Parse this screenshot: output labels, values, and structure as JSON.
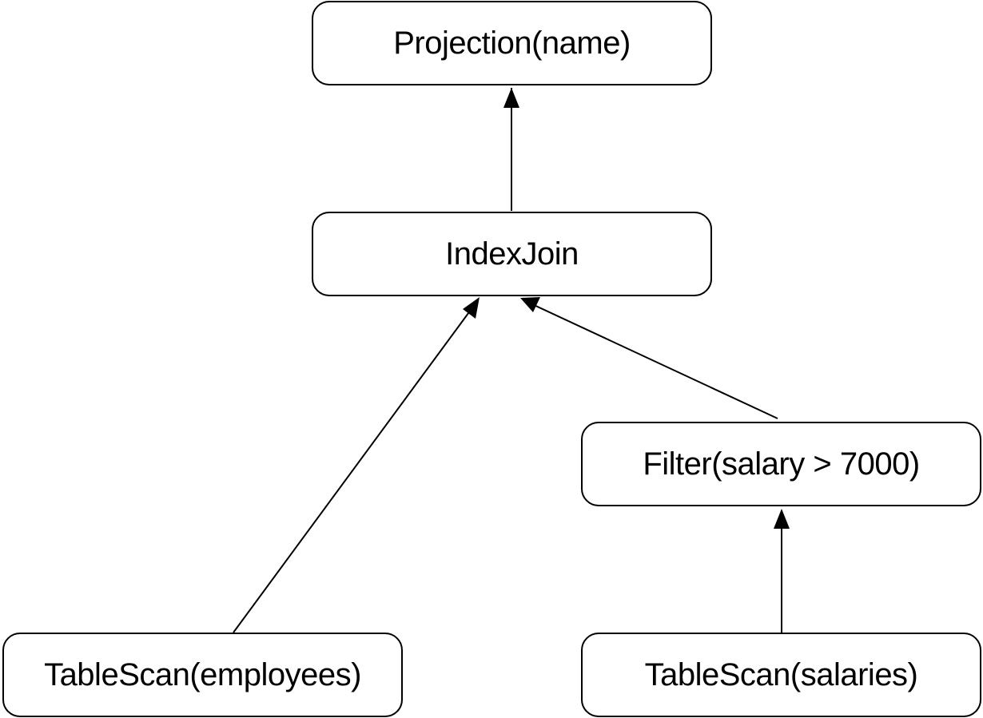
{
  "diagram": {
    "nodes": {
      "projection": {
        "label": "Projection(name)"
      },
      "index_join": {
        "label": "IndexJoin"
      },
      "filter": {
        "label": "Filter(salary > 7000)"
      },
      "scan_employees": {
        "label": "TableScan(employees)"
      },
      "scan_salaries": {
        "label": "TableScan(salaries)"
      }
    },
    "edges": [
      {
        "from": "index_join",
        "to": "projection"
      },
      {
        "from": "scan_employees",
        "to": "index_join"
      },
      {
        "from": "filter",
        "to": "index_join"
      },
      {
        "from": "scan_salaries",
        "to": "filter"
      }
    ],
    "colors": {
      "stroke": "#000000",
      "background": "#ffffff"
    }
  }
}
